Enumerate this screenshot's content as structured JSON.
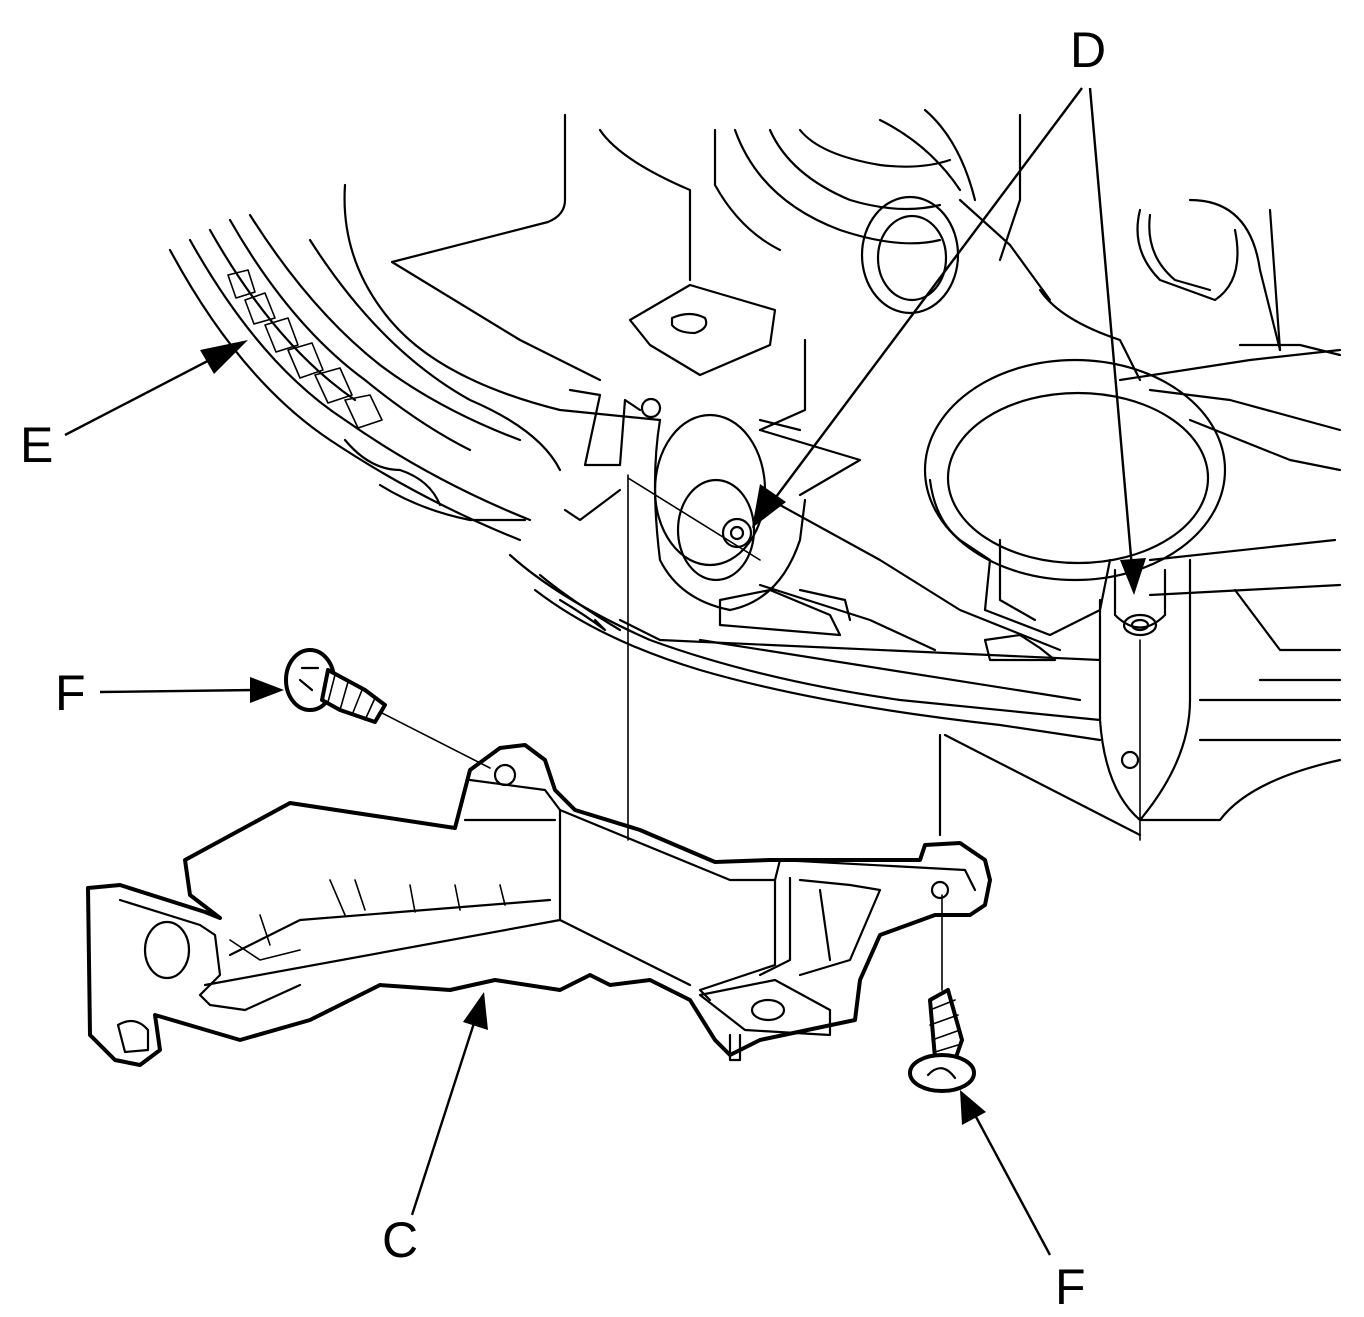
{
  "labels": {
    "c": "C",
    "d": "D",
    "e": "E",
    "f_upper": "F",
    "f_lower": "F"
  }
}
